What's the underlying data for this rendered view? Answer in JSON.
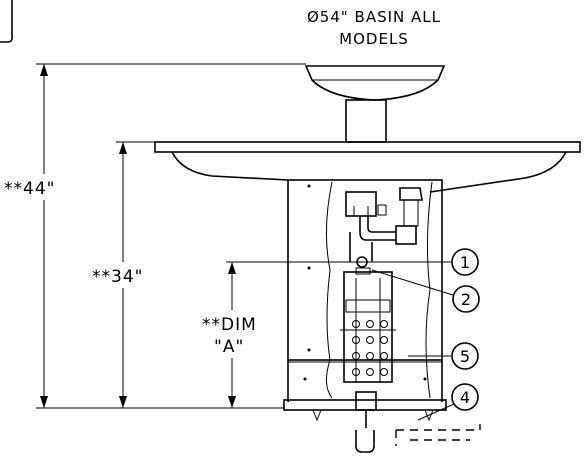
{
  "title": {
    "line1": "Ø54\" BASIN ALL",
    "line2": "MODELS"
  },
  "dimensions": {
    "overall": "**44\"",
    "rim": "**34\"",
    "dim_a_line1": "**DIM",
    "dim_a_line2": "\"A\""
  },
  "callouts": [
    "1",
    "2",
    "5",
    "4"
  ]
}
